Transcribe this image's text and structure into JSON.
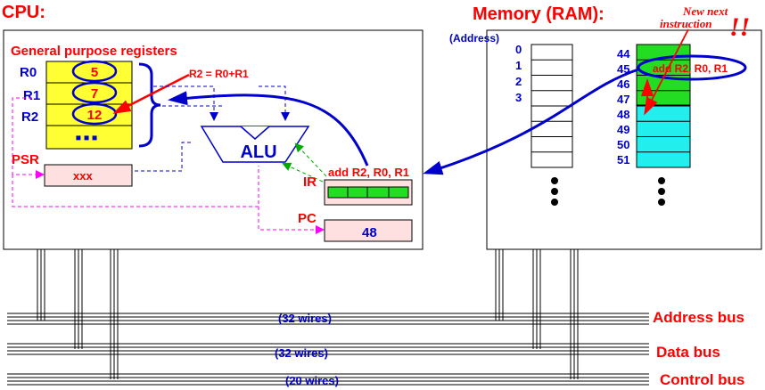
{
  "cpu": {
    "title": "CPU:",
    "gpr_title": "General purpose registers",
    "registers": [
      {
        "name": "R0",
        "value": "5"
      },
      {
        "name": "R1",
        "value": "7"
      },
      {
        "name": "R2",
        "value": "12"
      }
    ],
    "more_registers": "▪▪▪",
    "annotation": "R2 = R0+R1",
    "psr_label": "PSR",
    "psr_value": "xxx",
    "alu_label": "ALU",
    "ir_label": "IR",
    "ir_instruction": "add R2, R0, R1",
    "pc_label": "PC",
    "pc_value": "48"
  },
  "memory": {
    "title": "Memory (RAM):",
    "address_header": "(Address)",
    "left_addresses": [
      "0",
      "1",
      "2",
      "3"
    ],
    "right_addresses": [
      "44",
      "45",
      "46",
      "47",
      "48",
      "49",
      "50",
      "51"
    ],
    "instruction": "add R2, R0, R1",
    "note_line1": "New next",
    "note_line2": "instruction",
    "exclamation": "!!",
    "colors": {
      "green": "#22dd22",
      "cyan": "#22eeee",
      "cell": "#ffffff"
    }
  },
  "buses": [
    {
      "name": "Address bus",
      "wires": "(32 wires)"
    },
    {
      "name": "Data bus",
      "wires": "(32 wires)"
    },
    {
      "name": "Control bus",
      "wires": "(20 wires)"
    }
  ],
  "colors": {
    "red": "#ff0000",
    "blue": "#0000cc",
    "yellow": "#ffff33",
    "pink": "#ffe0e0",
    "magenta": "#ff00ff",
    "green": "#00aa00"
  }
}
